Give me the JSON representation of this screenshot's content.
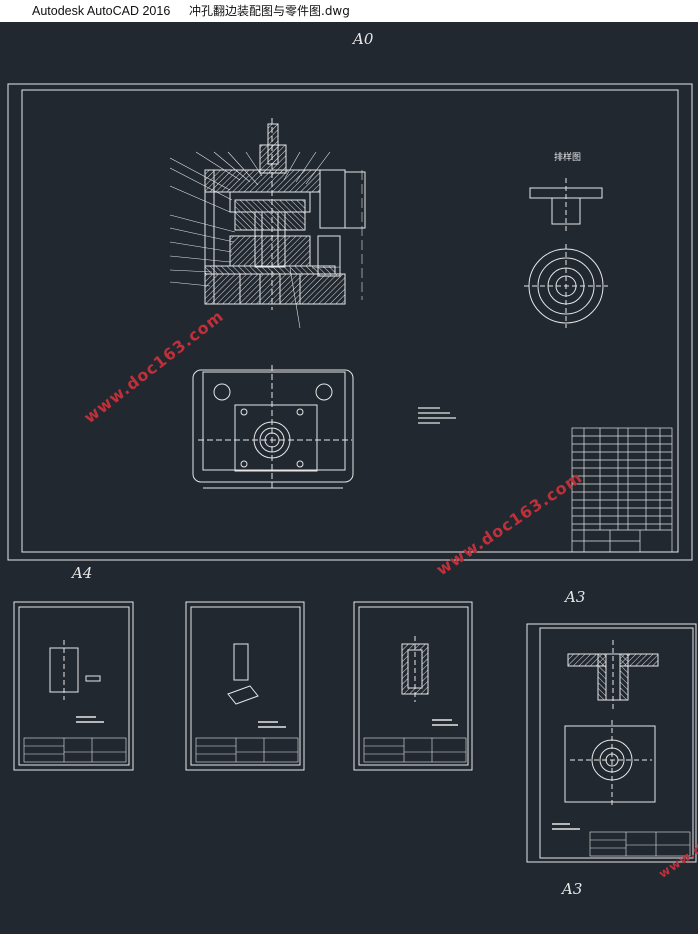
{
  "window": {
    "app_title": "Autodesk AutoCAD 2016",
    "file_name": "冲孔翻边装配图与零件图.dwg"
  },
  "drawing": {
    "sheet_labels": [
      "A0",
      "A4",
      "A3",
      "A3"
    ],
    "blank_title": "排样图",
    "watermark": "www.doc163.com"
  },
  "colors": {
    "background": "#212830",
    "lines": "#e6e6e6",
    "watermark": "#c0303a"
  }
}
